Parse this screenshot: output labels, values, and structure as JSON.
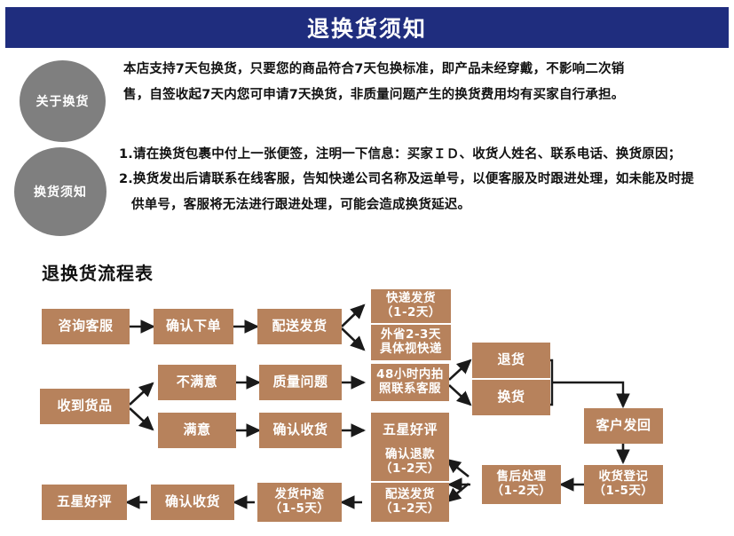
{
  "header": {
    "title": "退换货须知",
    "bg": "#1f2d7e"
  },
  "notices": [
    {
      "badge": "关于换货",
      "lines": [
        "本店支持7天包换货，只要您的商品符合7天包换标准，即产品未经穿戴，不影响二次销",
        "售，自签收起7天内您可申请7天换货，非质量问题产生的换货费用均有买家自行承担。"
      ]
    },
    {
      "badge": "换货须知",
      "lines": [
        "1.请在换货包裹中付上一张便签，注明一下信息：买家ＩＤ、收货人姓名、联系电话、换货原因；",
        "2.换货发出后请联系在线客服，告知快递公司名称及运单号，以便客服及时跟进处理，如未能及时提",
        "供单号，客服将无法进行跟进处理，可能会造成换货延迟。"
      ]
    }
  ],
  "flowchart": {
    "title": "退换货流程表",
    "node_color": "#b7825c",
    "node_text_color": "#ffffff",
    "nodes": [
      {
        "id": "consult",
        "line1": "咨询客服",
        "line2": ""
      },
      {
        "id": "confirm-order",
        "line1": "确认下单",
        "line2": ""
      },
      {
        "id": "ship-out",
        "line1": "配送发货",
        "line2": ""
      },
      {
        "id": "express-ship",
        "line1": "快递发货",
        "line2": "（1-2天）"
      },
      {
        "id": "out-province",
        "line1": "外省2-3天",
        "line2": "具体视快递"
      },
      {
        "id": "goods-received",
        "line1": "收到货品",
        "line2": ""
      },
      {
        "id": "dissatisfied",
        "line1": "不满意",
        "line2": ""
      },
      {
        "id": "satisfied",
        "line1": "满意",
        "line2": ""
      },
      {
        "id": "quality-issue",
        "line1": "质量问题",
        "line2": ""
      },
      {
        "id": "confirm-receipt",
        "line1": "确认收货",
        "line2": ""
      },
      {
        "id": "contact-48h",
        "line1": "48小时内拍",
        "line2": "照联系客服"
      },
      {
        "id": "five-star-mid",
        "line1": "五星好评",
        "line2": ""
      },
      {
        "id": "return-goods",
        "line1": "退货",
        "line2": ""
      },
      {
        "id": "exchange-goods",
        "line1": "换货",
        "line2": ""
      },
      {
        "id": "customer-send",
        "line1": "客户发回",
        "line2": ""
      },
      {
        "id": "register",
        "line1": "收货登记",
        "line2": "（1-5天）"
      },
      {
        "id": "after-sale",
        "line1": "售后处理",
        "line2": "（1-2天）"
      },
      {
        "id": "confirm-refund",
        "line1": "确认退款",
        "line2": "（1-2天）"
      },
      {
        "id": "redeliver",
        "line1": "配送发货",
        "line2": "（1-2天）"
      },
      {
        "id": "in-transit",
        "line1": "发货中途",
        "line2": "（1-5天）"
      },
      {
        "id": "confirm-recv-2",
        "line1": "确认收货",
        "line2": ""
      },
      {
        "id": "five-star-end",
        "line1": "五星好评",
        "line2": ""
      }
    ]
  }
}
